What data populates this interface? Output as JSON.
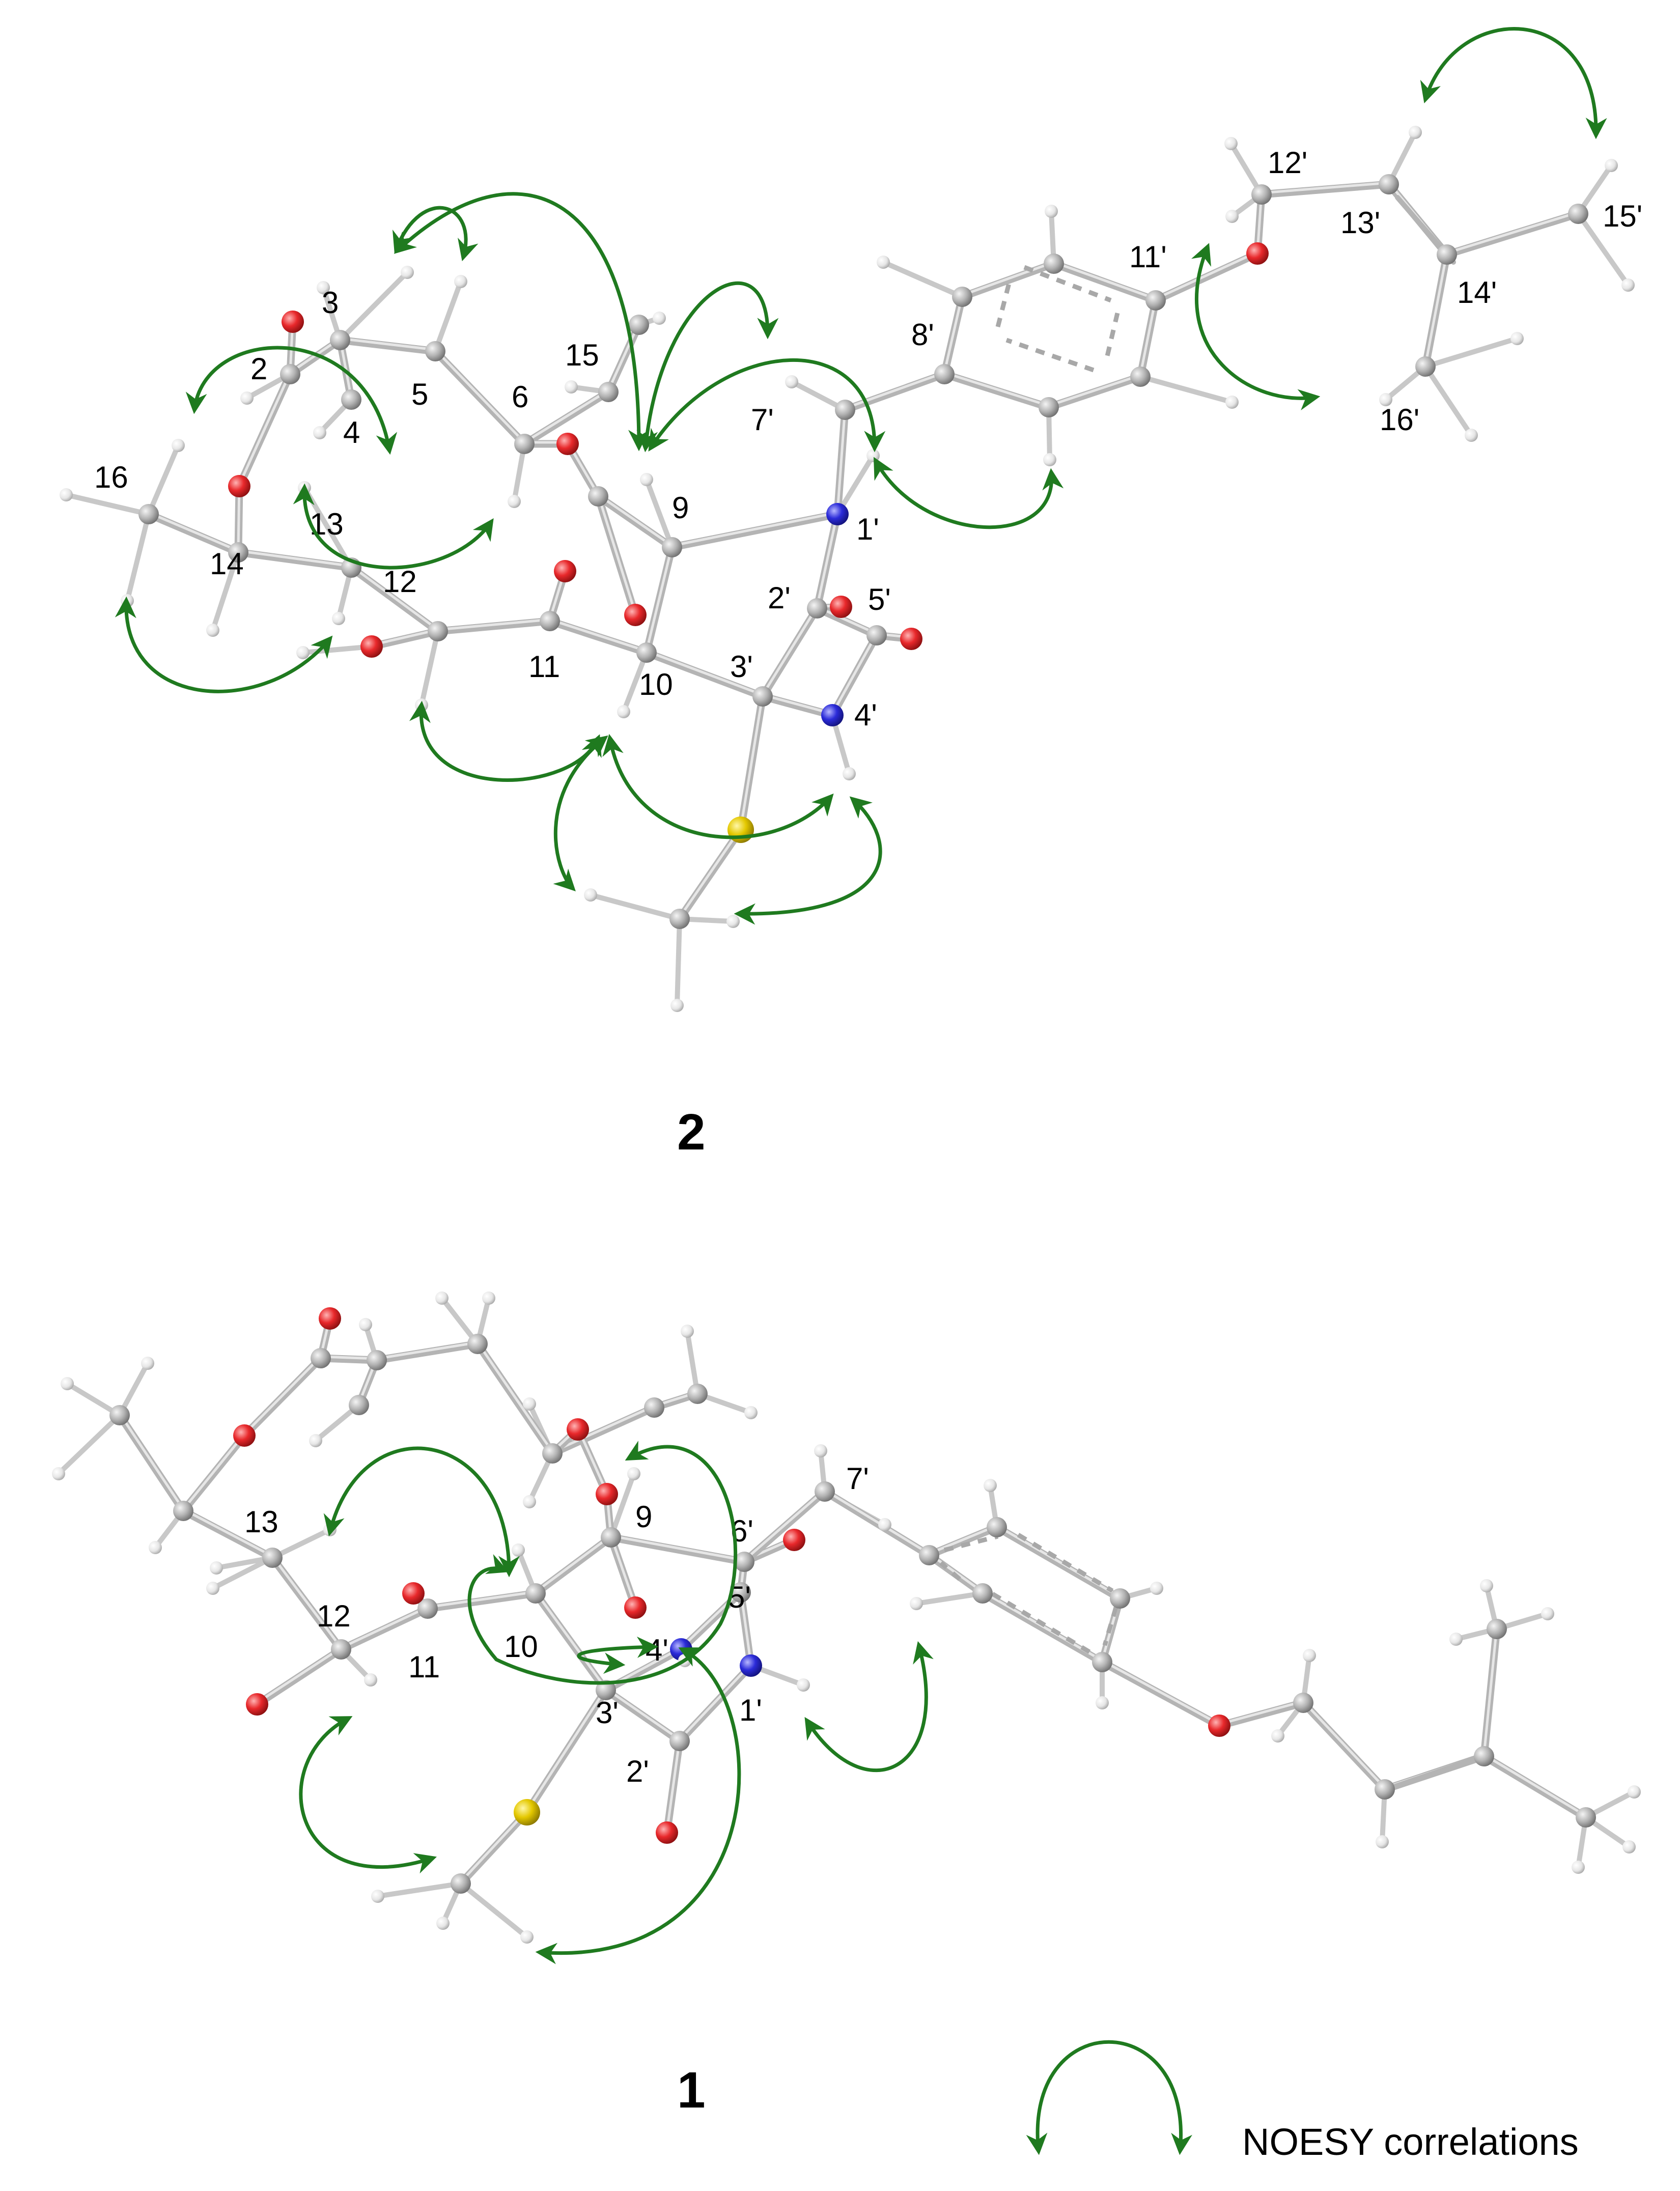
{
  "colors": {
    "carbon": "#a9a9a9",
    "hydrogen": "#ececec",
    "oxygen": "#e8282b",
    "nitrogen": "#2b2bd9",
    "sulfur": "#e4c800",
    "noesy_arrow": "#1f7a1f"
  },
  "compound2": {
    "label": "2",
    "atom_labels": [
      "2",
      "3",
      "4",
      "5",
      "6",
      "15",
      "16",
      "13",
      "14",
      "12",
      "11",
      "10",
      "9",
      "7'",
      "8'",
      "11'",
      "12'",
      "13'",
      "14'",
      "15'",
      "16'",
      "1'",
      "2'",
      "5'",
      "3'",
      "4'"
    ]
  },
  "compound1": {
    "label": "1",
    "atom_labels": [
      "7'",
      "9",
      "6'",
      "13",
      "12",
      "11",
      "10",
      "5'",
      "4'",
      "3'",
      "1'",
      "2'"
    ]
  },
  "legend": {
    "label": "NOESY correlations"
  }
}
